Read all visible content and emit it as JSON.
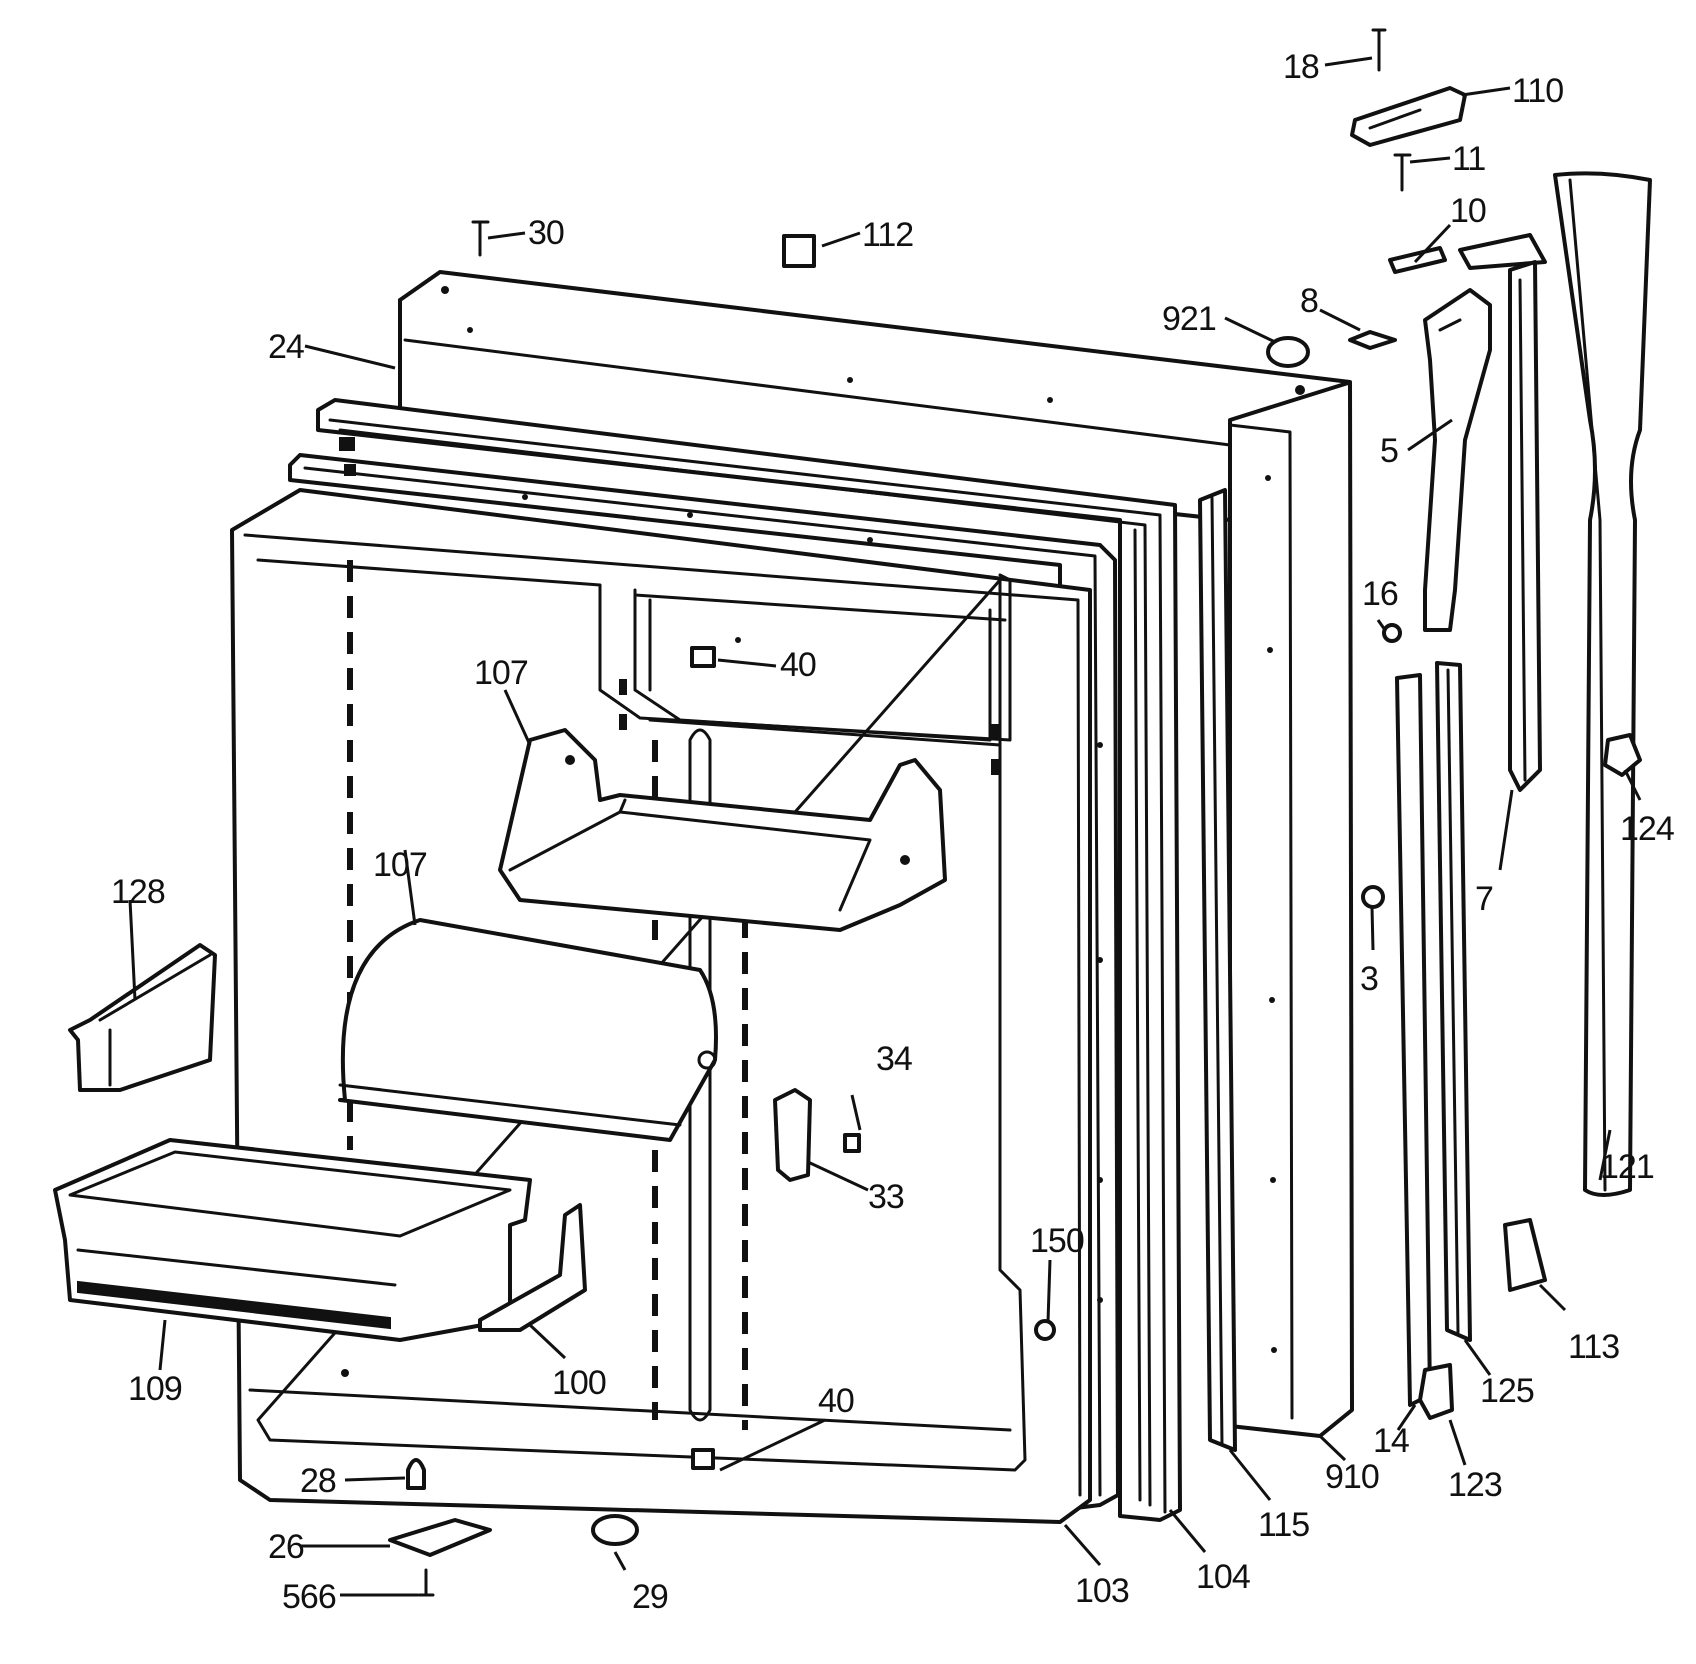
{
  "callouts": [
    {
      "id": "18",
      "label": "18"
    },
    {
      "id": "110",
      "label": "110"
    },
    {
      "id": "11",
      "label": "11"
    },
    {
      "id": "10",
      "label": "10"
    },
    {
      "id": "30",
      "label": "30"
    },
    {
      "id": "112",
      "label": "112"
    },
    {
      "id": "921",
      "label": "921"
    },
    {
      "id": "8",
      "label": "8"
    },
    {
      "id": "24",
      "label": "24"
    },
    {
      "id": "5",
      "label": "5"
    },
    {
      "id": "16",
      "label": "16"
    },
    {
      "id": "40a",
      "label": "40"
    },
    {
      "id": "107a",
      "label": "107"
    },
    {
      "id": "124",
      "label": "124"
    },
    {
      "id": "107b",
      "label": "107"
    },
    {
      "id": "128",
      "label": "128"
    },
    {
      "id": "7",
      "label": "7"
    },
    {
      "id": "3",
      "label": "3"
    },
    {
      "id": "34",
      "label": "34"
    },
    {
      "id": "33",
      "label": "33"
    },
    {
      "id": "121",
      "label": "121"
    },
    {
      "id": "150",
      "label": "150"
    },
    {
      "id": "113",
      "label": "113"
    },
    {
      "id": "109",
      "label": "109"
    },
    {
      "id": "100",
      "label": "100"
    },
    {
      "id": "40b",
      "label": "40"
    },
    {
      "id": "125",
      "label": "125"
    },
    {
      "id": "14",
      "label": "14"
    },
    {
      "id": "123",
      "label": "123"
    },
    {
      "id": "910",
      "label": "910"
    },
    {
      "id": "28",
      "label": "28"
    },
    {
      "id": "26",
      "label": "26"
    },
    {
      "id": "566",
      "label": "566"
    },
    {
      "id": "29",
      "label": "29"
    },
    {
      "id": "103",
      "label": "103"
    },
    {
      "id": "104",
      "label": "104"
    },
    {
      "id": "115",
      "label": "115"
    }
  ]
}
